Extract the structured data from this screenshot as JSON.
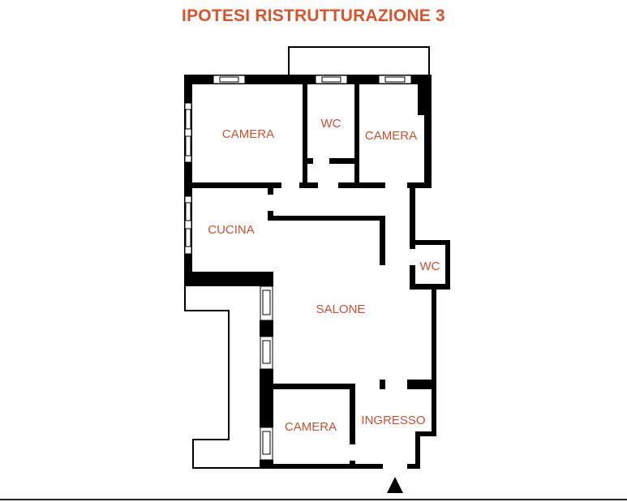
{
  "title": "IPOTESI RISTRUTTURAZIONE 3",
  "rooms": {
    "camera_nw": "CAMERA",
    "wc_north": "WC",
    "camera_ne": "CAMERA",
    "cucina": "CUCINA",
    "wc_east": "WC",
    "salone": "SALONE",
    "camera_south": "CAMERA",
    "ingresso": "INGRESSO"
  },
  "colors": {
    "label": "#D0502E",
    "title": "#D9532B",
    "wall": "#000000"
  },
  "icons": {
    "entrance": "entrance-arrow-icon"
  }
}
